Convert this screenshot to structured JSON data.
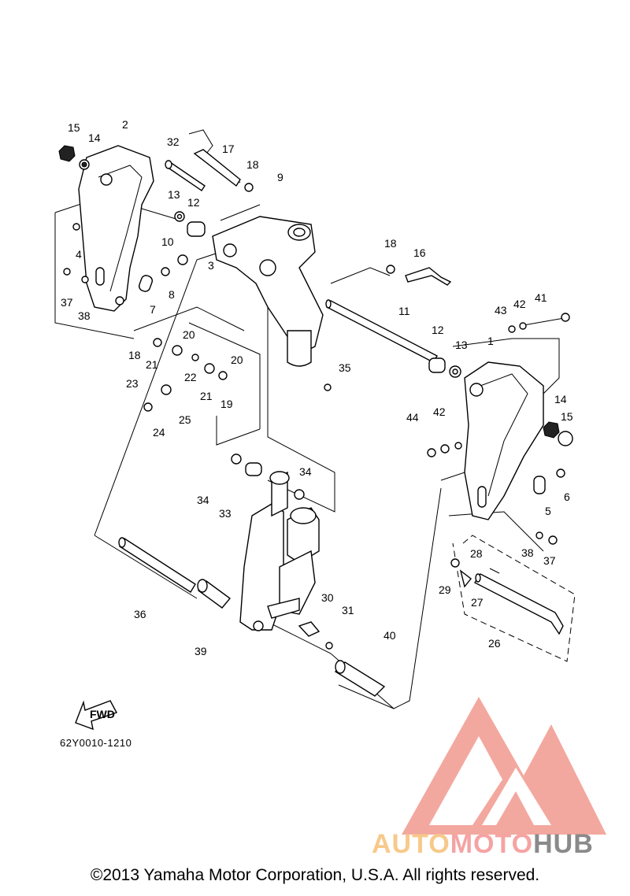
{
  "diagram": {
    "code": "62Y0010-1210",
    "fwd_label": "FWD",
    "copyright": "©2013 Yamaha Motor Corporation, U.S.A. All rights reserved.",
    "parts": [
      "1",
      "2",
      "3",
      "4",
      "5",
      "6",
      "7",
      "8",
      "9",
      "10",
      "11",
      "12",
      "13",
      "14",
      "15",
      "16",
      "17",
      "18",
      "19",
      "20",
      "21",
      "22",
      "23",
      "24",
      "25",
      "26",
      "27",
      "28",
      "29",
      "30",
      "31",
      "32",
      "33",
      "34",
      "35",
      "36",
      "37",
      "38",
      "39",
      "40",
      "41",
      "42",
      "43",
      "44"
    ],
    "callouts": [
      "15",
      "14",
      "2",
      "32",
      "17",
      "18",
      "9",
      "13",
      "12",
      "4",
      "10",
      "3",
      "8",
      "7",
      "37",
      "38",
      "18",
      "16",
      "11",
      "12",
      "13",
      "1",
      "43",
      "42",
      "41",
      "20",
      "18",
      "21",
      "22",
      "20",
      "35",
      "23",
      "21",
      "19",
      "24",
      "25",
      "14",
      "15",
      "44",
      "42",
      "34",
      "34",
      "33",
      "5",
      "6",
      "38",
      "37",
      "28",
      "29",
      "27",
      "36",
      "30",
      "31",
      "39",
      "40",
      "26"
    ]
  },
  "watermark": {
    "part1": "AUTO",
    "part2": "MOTO",
    "part3": "HUB",
    "colors": {
      "auto": "#f7c98a",
      "moto": "#f5a3a3",
      "hub": "#8a8a8a",
      "logo": "#f29a8f"
    }
  }
}
